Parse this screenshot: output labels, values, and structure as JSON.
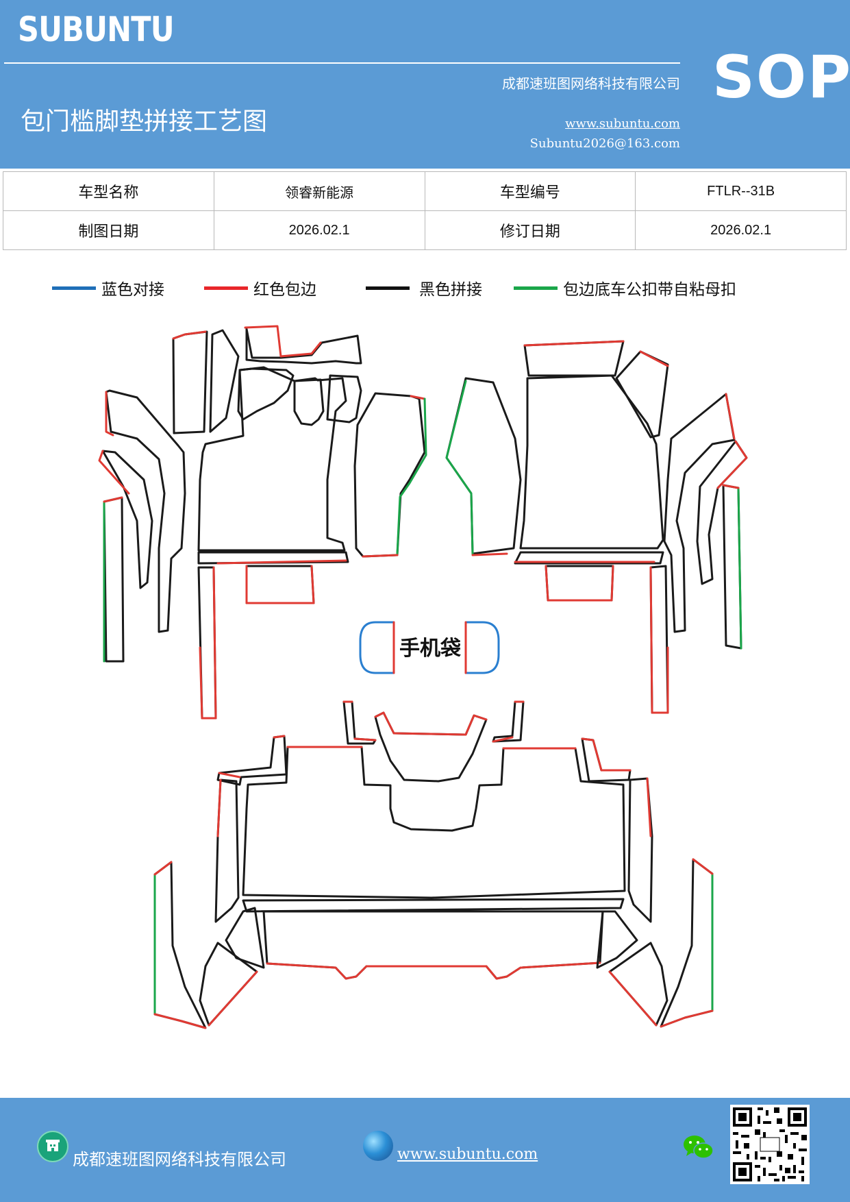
{
  "header": {
    "brand": "SUBUNTU",
    "badge": "SOP",
    "title": "包门槛脚垫拼接工艺图",
    "company": "成都速班图网络科技有限公司",
    "website": "www.subuntu.com",
    "email": "Subuntu2026@163.com"
  },
  "info_table": {
    "rows": [
      [
        "车型名称",
        "领睿新能源",
        "车型编号",
        "FTLR--31B"
      ],
      [
        "制图日期",
        "2026.02.1",
        "修订日期",
        "2026.02.1"
      ]
    ]
  },
  "legend": [
    {
      "label": "蓝色对接",
      "color": "#1f6fb8"
    },
    {
      "label": "红色包边",
      "color": "#e8262a"
    },
    {
      "label": "黑色拼接",
      "color": "#111111"
    },
    {
      "label": "包边底车公扣带自粘母扣",
      "color": "#1aa64a"
    }
  ],
  "diagram": {
    "phone_pocket_label": "手机袋",
    "colors": {
      "black": "#1a1a1a",
      "red": "#e03a33",
      "green": "#1aa64a",
      "blue": "#2a7fd0"
    }
  },
  "footer": {
    "company": "成都速班图网络科技有限公司",
    "website": "www.subuntu.com",
    "icons": [
      "building-icon",
      "globe-icon",
      "wechat-icon",
      "qr-code"
    ]
  }
}
